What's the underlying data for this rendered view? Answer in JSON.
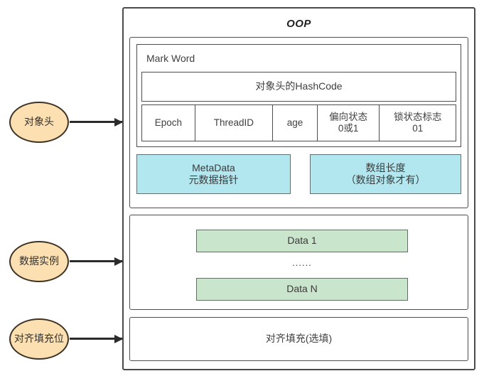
{
  "diagram": {
    "title": "OOP",
    "sections": {
      "object_header": {
        "mark_word_label": "Mark Word",
        "hashcode_row": "对象头的HashCode",
        "fields": [
          {
            "line1": "Epoch",
            "line2": ""
          },
          {
            "line1": "ThreadID",
            "line2": ""
          },
          {
            "line1": "age",
            "line2": ""
          },
          {
            "line1": "偏向状态",
            "line2": "0或1"
          },
          {
            "line1": "锁状态标志",
            "line2": "01"
          }
        ],
        "metadata": {
          "line1": "MetaData",
          "line2": "元数据指针"
        },
        "array_length": {
          "line1": "数组长度",
          "line2": "（数组对象才有）"
        }
      },
      "data_instance": {
        "data_first": "Data 1",
        "ellipsis": "......",
        "data_last": "Data N"
      },
      "padding": {
        "label": "对齐填充(选填)"
      }
    },
    "callouts": [
      {
        "label": "对象头"
      },
      {
        "label": "数据实例"
      },
      {
        "label": "对齐填充位"
      }
    ],
    "colors": {
      "ellipse_fill": "#fce0b2",
      "ellipse_border": "#3d3223",
      "blue_fill": "#b2e7f0",
      "green_fill": "#c9e5cb",
      "line": "#4d4d4d"
    }
  }
}
